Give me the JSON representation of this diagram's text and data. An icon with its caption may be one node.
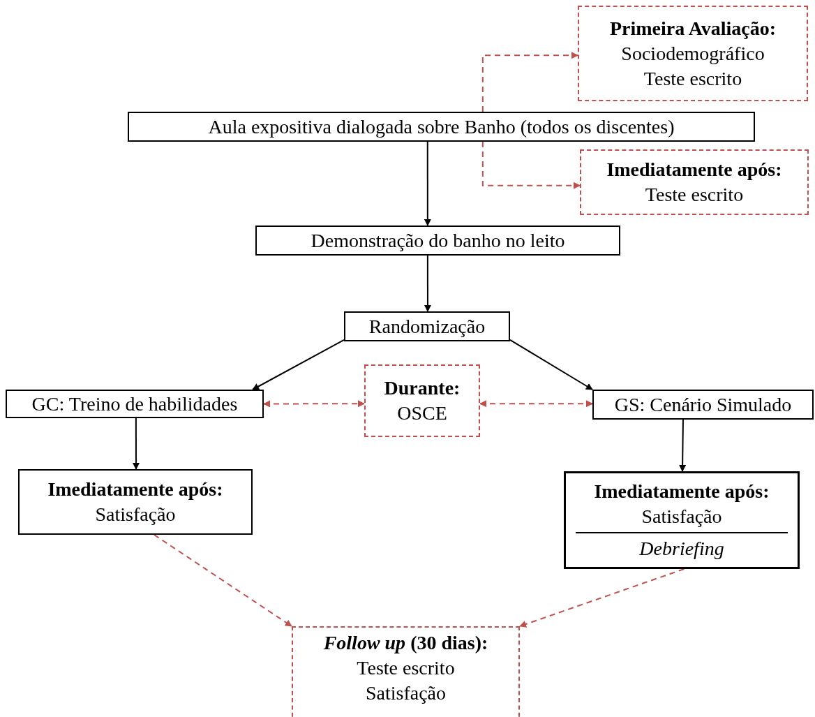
{
  "diagram": {
    "nodes": [
      {
        "text": [
          "Primeira Avaliação:",
          "Sociodemográfico",
          "Teste escrito"
        ]
      },
      {
        "text": [
          "Aula expositiva dialogada sobre Banho (todos os discentes)"
        ]
      },
      {
        "text": [
          "Imediatamente após:",
          "Teste escrito"
        ]
      },
      {
        "text": [
          "Demonstração do banho no leito"
        ]
      },
      {
        "text": [
          "Randomização"
        ]
      },
      {
        "text": [
          "GC: Treino de habilidades"
        ]
      },
      {
        "text": [
          "Durante:",
          "OSCE"
        ]
      },
      {
        "text": [
          "GS: Cenário Simulado"
        ]
      },
      {
        "text": [
          "Imediatamente após:",
          "Satisfação"
        ]
      },
      {
        "text": [
          "Imediatamente após:",
          "Satisfação",
          "Debriefing"
        ]
      },
      {
        "text": [
          "*Follow up* (30 dias):",
          "Teste escrito",
          "Satisfação"
        ]
      }
    ],
    "edges": [
      {
        "from": 1,
        "to": 0,
        "arrow": "to",
        "style": "dashed"
      },
      {
        "from": 1,
        "to": 2,
        "arrow": "to",
        "style": "dashed"
      },
      {
        "from": 1,
        "to": 3,
        "arrow": "to",
        "color": "#000000"
      },
      {
        "from": 3,
        "to": 4,
        "arrow": "to",
        "color": "#000000"
      },
      {
        "from": 4,
        "to": 5,
        "arrow": "to",
        "color": "#000000"
      },
      {
        "from": 4,
        "to": 7,
        "arrow": "to",
        "color": "#000000"
      },
      {
        "from": 5,
        "to": 6,
        "arrow": "both",
        "style": "dashed"
      },
      {
        "from": 6,
        "to": 7,
        "arrow": "both",
        "style": "dashed"
      },
      {
        "from": 5,
        "to": 8,
        "arrow": "to",
        "color": "#000000"
      },
      {
        "from": 7,
        "to": 9,
        "arrow": "to",
        "color": "#000000"
      },
      {
        "from": 8,
        "to": 10,
        "arrow": "to",
        "style": "dashed"
      },
      {
        "from": 9,
        "to": 10,
        "arrow": "to",
        "style": "dashed"
      }
    ]
  }
}
